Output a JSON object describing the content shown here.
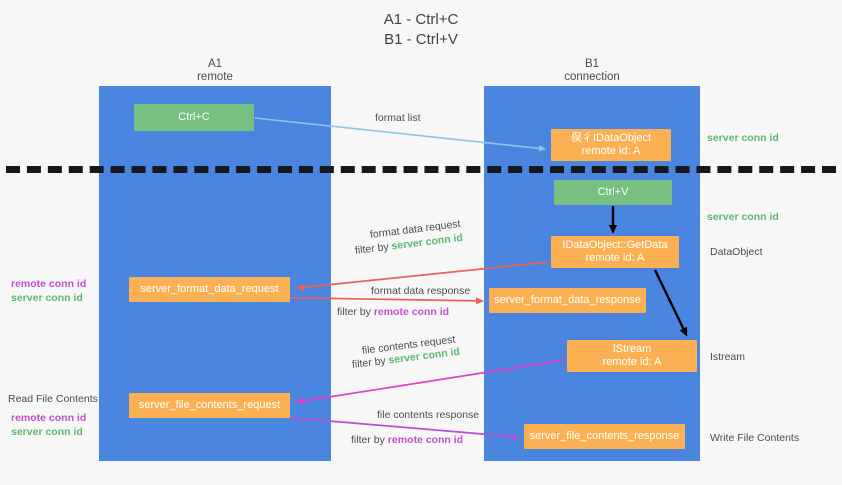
{
  "title": {
    "line1": "A1 - Ctrl+C",
    "line2": "B1 - Ctrl+V"
  },
  "lanes": [
    {
      "name": "A1",
      "sub": "remote",
      "color": "#4a86e0"
    },
    {
      "name": "B1",
      "sub": "connection",
      "color": "#4a86e0"
    }
  ],
  "nodes": {
    "ctrl_c": {
      "line1": "Ctrl+C",
      "color": "#76c182"
    },
    "idataobject": {
      "line1": "俣彳IDataObject",
      "line2": "remote id: A",
      "color": "#fcb054"
    },
    "ctrl_v": {
      "line1": "Ctrl+V",
      "color": "#76c182"
    },
    "getdata": {
      "line1": "IDataObject::GetData",
      "line2": "remote id: A",
      "color": "#fcb054"
    },
    "server_format_data_request": {
      "line1": "server_format_data_request",
      "color": "#fcb054"
    },
    "server_format_data_response": {
      "line1": "server_format_data_response",
      "color": "#fcb054"
    },
    "istream": {
      "line1": "IStream",
      "line2": "remote id: A",
      "color": "#fcb054"
    },
    "server_file_contents_request": {
      "line1": "server_file_contents_request",
      "color": "#fcb054"
    },
    "server_file_contents_response": {
      "line1": "server_file_contents_response",
      "color": "#fcb054"
    }
  },
  "labels": {
    "format_list": "format list",
    "server_conn_id_top": "server conn id",
    "server_conn_id_mid": "server conn id",
    "dataobject": "DataObject",
    "istream_side": "Istream",
    "write_file_contents": "Write File Contents",
    "read_file_contents": "Read File Contents",
    "remote_conn_id": "remote conn id",
    "server_conn_id": "server conn id",
    "format_data_request": "format data request",
    "format_data_response": "format data response",
    "file_contents_request": "file contents request",
    "file_contents_response": "file contents response",
    "filter_by": "filter by ",
    "filter_by_plain": "filter by "
  },
  "colors": {
    "lane": "#4a86e0",
    "green_node": "#76c182",
    "orange_node": "#fcb054",
    "green_text": "#5fb86f",
    "purple_text": "#c34fd1",
    "arrow_blue": "#8ec5ea",
    "arrow_red": "#e8615a",
    "arrow_magenta": "#e040c8",
    "arrow_purple": "#a martin",
    "arrow_black": "#000000",
    "divider": "#15181c",
    "background": "#f7f7f7"
  }
}
